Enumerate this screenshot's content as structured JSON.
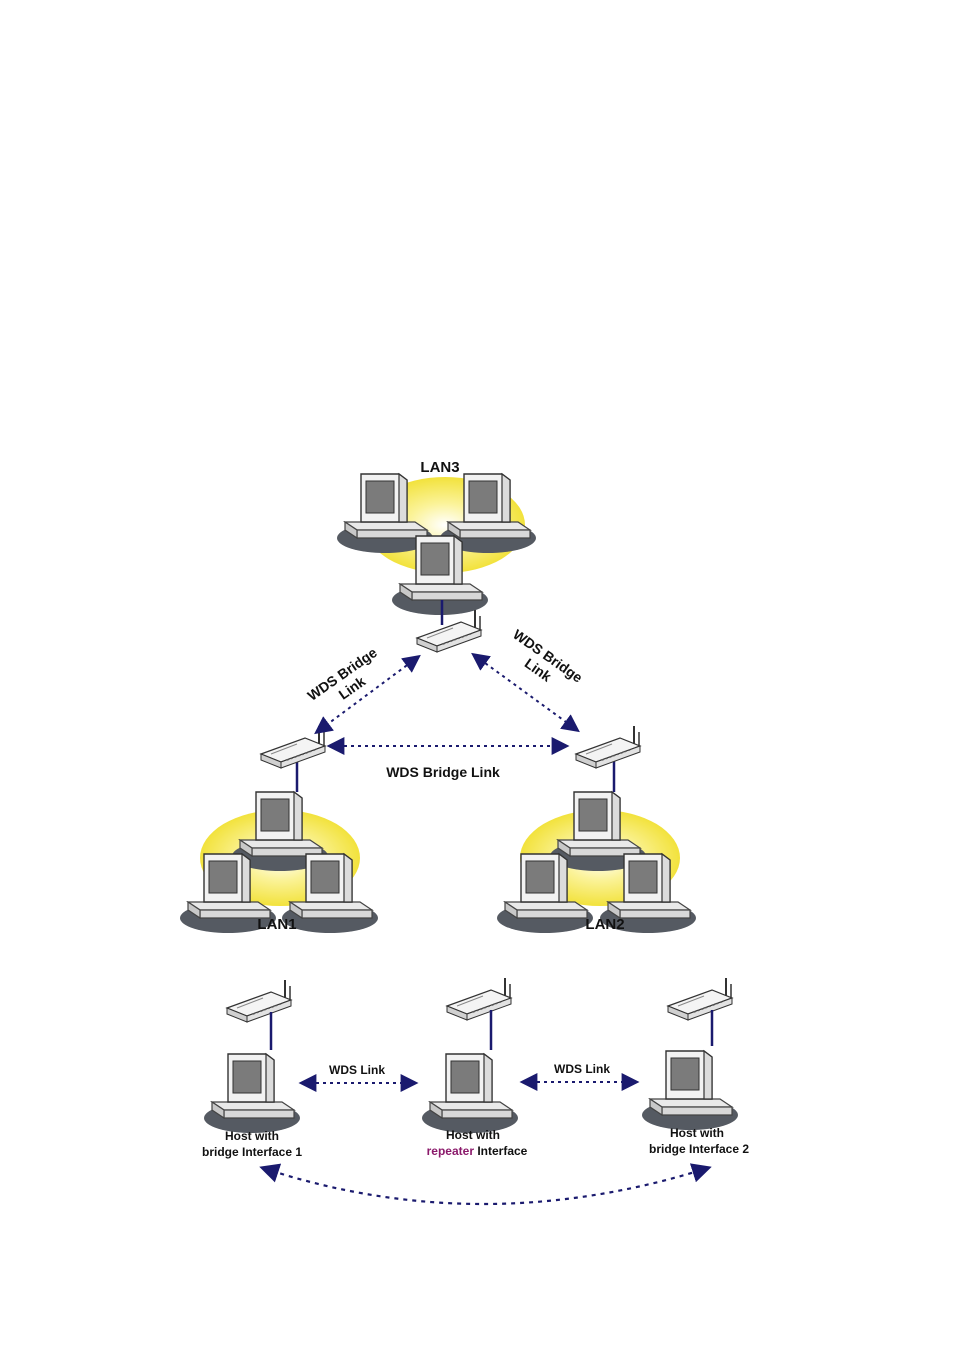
{
  "diagram_top": {
    "lans": [
      {
        "id": "lan3",
        "label": "LAN3"
      },
      {
        "id": "lan1",
        "label": "LAN1"
      },
      {
        "id": "lan2",
        "label": "LAN2"
      }
    ],
    "links": {
      "left": [
        "WDS Bridge",
        "Link"
      ],
      "right": [
        "WDS Bridge",
        "Link"
      ],
      "bottom": "WDS Bridge Link"
    }
  },
  "diagram_bottom": {
    "hosts": [
      {
        "line1": "Host with",
        "line2_prefix": "",
        "line2_accent": "",
        "line2": "bridge Interface 1"
      },
      {
        "line1": "Host with",
        "line2_prefix": "",
        "line2_accent": "repeater",
        "line2": " Interface"
      },
      {
        "line1": "Host with",
        "line2_prefix": "",
        "line2_accent": "",
        "line2": "bridge Interface 2"
      }
    ],
    "links": [
      "WDS Link",
      "WDS Link"
    ]
  },
  "colors": {
    "glow": "#f5e84a",
    "link": "#1a1a6e",
    "accent": "#8b1a6b",
    "shadow": "#555a62"
  }
}
